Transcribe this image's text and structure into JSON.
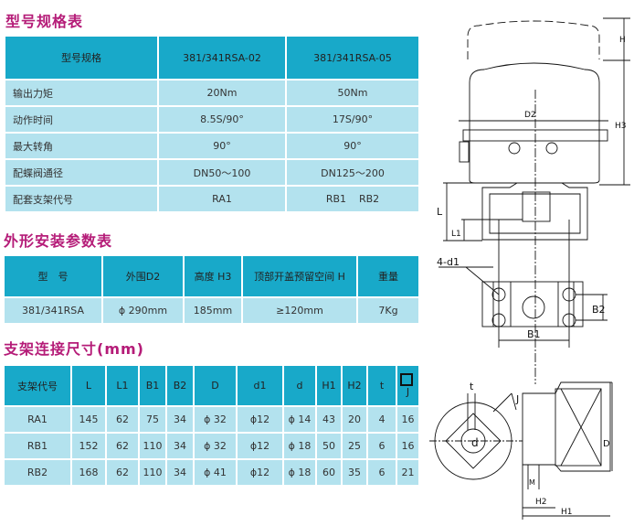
{
  "spec_table": {
    "title": "型号规格表",
    "headers": [
      "型号规格",
      "381/341RSA-02",
      "381/341RSA-05"
    ],
    "rows": [
      [
        "输出力矩",
        "20Nm",
        "50Nm"
      ],
      [
        "动作时间",
        "8.5S/90°",
        "17S/90°"
      ],
      [
        "最大转角",
        "90°",
        "90°"
      ],
      [
        "配蝶阀通径",
        "DN50～100",
        "DN125～200"
      ],
      [
        "配套支架代号",
        "RA1",
        "RB1    RB2"
      ]
    ]
  },
  "install_table": {
    "title": "外形安装参数表",
    "headers": [
      "型　号",
      "外围D2",
      "高度 H3",
      "顶部开盖预留空间 H",
      "重量"
    ],
    "rows": [
      [
        "381/341RSA",
        "ϕ 290mm",
        "185mm",
        "≥120mm",
        "7Kg"
      ]
    ]
  },
  "bracket_table": {
    "title": "支架连接尺寸(mm)",
    "headers": [
      "支架代号",
      "L",
      "L1",
      "B1",
      "B2",
      "D",
      "d1",
      "d",
      "H1",
      "H2",
      "t",
      "J"
    ],
    "rows": [
      [
        "RA1",
        "145",
        "62",
        "75",
        "34",
        "ϕ 32",
        "ϕ12",
        "ϕ 14",
        "43",
        "20",
        "4",
        "16"
      ],
      [
        "RB1",
        "152",
        "62",
        "110",
        "34",
        "ϕ 32",
        "ϕ12",
        "ϕ 18",
        "50",
        "25",
        "6",
        "16"
      ],
      [
        "RB2",
        "168",
        "62",
        "110",
        "34",
        "ϕ 41",
        "ϕ12",
        "ϕ 18",
        "60",
        "35",
        "6",
        "21"
      ]
    ]
  },
  "drawing": {
    "labels": {
      "H": "H",
      "H3": "H3",
      "D2": "D2",
      "L": "L",
      "L1": "L1",
      "d1": "4-d1",
      "B2": "B2",
      "B1": "B1",
      "t": "t",
      "J": "J",
      "d": "d",
      "D": "D",
      "M": "M",
      "H2": "H2",
      "H1": "H1"
    }
  }
}
